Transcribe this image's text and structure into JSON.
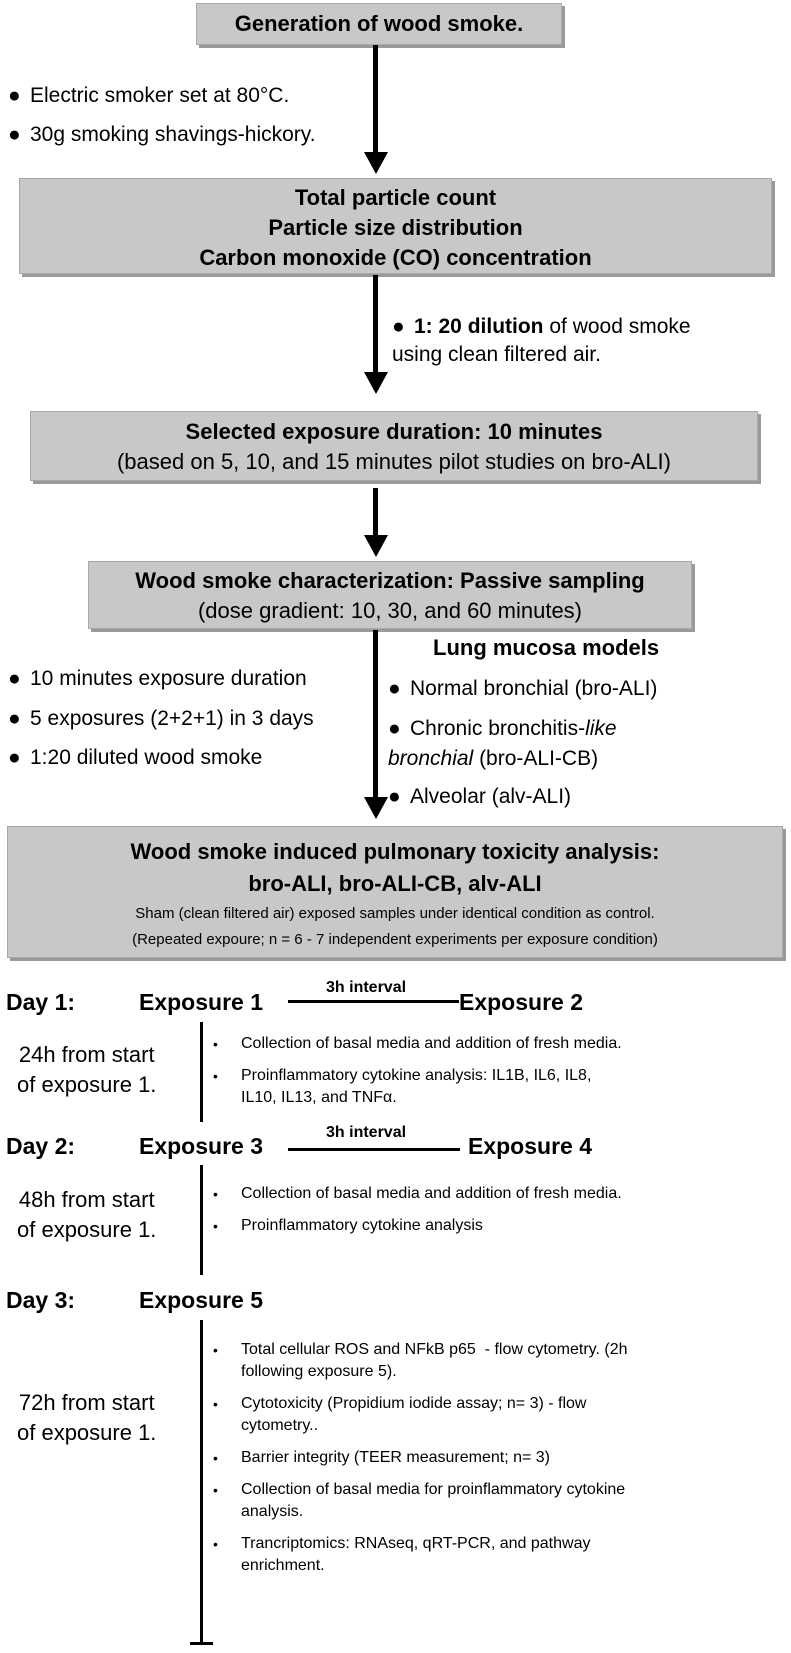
{
  "boxes": {
    "b1": "Generation of wood smoke.",
    "b2": [
      "Total particle count",
      "Particle size distribution",
      "Carbon monoxide (CO) concentration"
    ],
    "b3": [
      "Selected exposure duration: 10 minutes",
      "(based on 5, 10, and 15 minutes pilot studies on bro-ALI)"
    ],
    "b4": [
      "Wood smoke characterization: Passive sampling",
      "(dose gradient: 10, 30, and 60 minutes)"
    ],
    "b5": {
      "title1": "Wood smoke induced pulmonary toxicity analysis:",
      "title2": "bro-ALI, bro-ALI-CB, alv-ALI",
      "note1": "Sham (clean filtered air) exposed samples under identical condition as control.",
      "note2": "(Repeated expoure; n = 6 - 7 independent experiments per exposure condition)"
    }
  },
  "bullets1": [
    "Electric smoker set at 80°C.",
    "30g smoking shavings-hickory."
  ],
  "dilution": {
    "bold": "1: 20 dilution",
    "rest": " of wood smoke",
    "line2": "using clean filtered air."
  },
  "left_bullets": [
    "10 minutes exposure duration",
    "5 exposures (2+2+1) in 3 days",
    "1:20 diluted wood smoke"
  ],
  "models": {
    "title": "Lung mucosa models",
    "items": [
      "Normal bronchial (bro-ALI)",
      "Chronic bronchitis-",
      "like",
      "bronchial",
      " (bro-ALI-CB)",
      "Alveolar (alv-ALI)"
    ]
  },
  "timeline": {
    "day1": "Day 1:",
    "day2": "Day 2:",
    "day3": "Day 3:",
    "exp1": "Exposure 1",
    "exp2": "Exposure 2",
    "exp3": "Exposure 3",
    "exp4": "Exposure 4",
    "exp5": "Exposure 5",
    "interval": "3h interval",
    "since24": [
      "24h from start",
      "of exposure 1."
    ],
    "since48": [
      "48h from start",
      "of exposure 1."
    ],
    "since72": [
      "72h from start",
      "of exposure 1."
    ],
    "list24": [
      "Collection of basal media and addition of fresh media.",
      "Proinflammatory cytokine analysis: IL1B, IL6, IL8,\nIL10, IL13, and TNFα."
    ],
    "list48": [
      "Collection of basal media and addition of fresh media.",
      "Proinflammatory cytokine analysis"
    ],
    "list72": [
      "Total cellular ROS and NFkB p65  - flow cytometry. (2h\nfollowing exposure 5).",
      "Cytotoxicity (Propidium iodide assay; n= 3) - flow\ncytometry..",
      "Barrier integrity (TEER measurement; n= 3)",
      "Collection of basal media for proinflammatory cytokine\nanalysis.",
      "Trancriptomics: RNAseq, qRT-PCR, and pathway\nenrichment."
    ]
  }
}
